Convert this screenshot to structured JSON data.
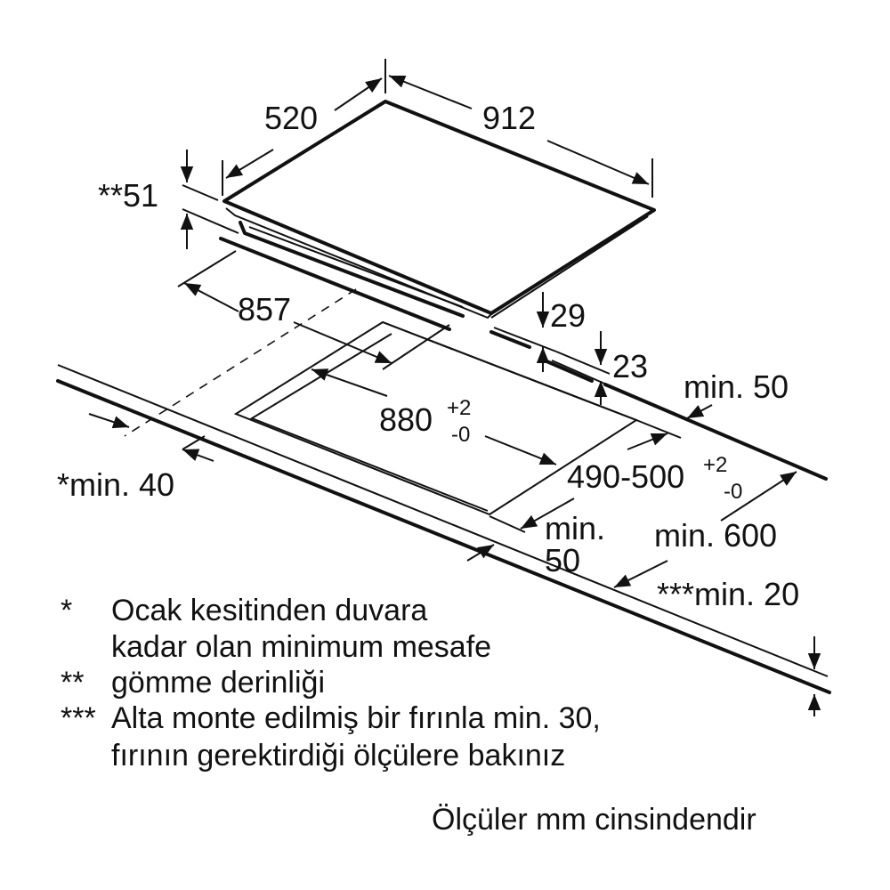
{
  "dimensions": {
    "width": "520",
    "length": "912",
    "depth_total": "**51",
    "body_length": "857",
    "d29": "29",
    "d23": "23",
    "back_min": "min. 50",
    "cutout_length": "880",
    "cutout_length_tol_plus": "+2",
    "cutout_length_tol_minus": "-0",
    "cutout_width": "490-500",
    "cutout_width_tol_plus": "+2",
    "cutout_width_tol_minus": "-0",
    "wall_min": "*min. 40",
    "front_min_a": "min.",
    "front_min_b": "50",
    "worktop_min": "min. 600",
    "thickness_min": "***min. 20"
  },
  "notes": [
    {
      "mark": "*",
      "lines": [
        "Ocak kesitinden duvara",
        "kadar olan minimum mesafe"
      ]
    },
    {
      "mark": "**",
      "lines": [
        "gömme derinliği"
      ]
    },
    {
      "mark": "***",
      "lines": [
        "Alta monte edilmiş bir fırınla min. 30,",
        "fırının gerektirdiği ölçülere bakınız"
      ]
    }
  ],
  "unit_note": "Ölçüler mm cinsindendir"
}
